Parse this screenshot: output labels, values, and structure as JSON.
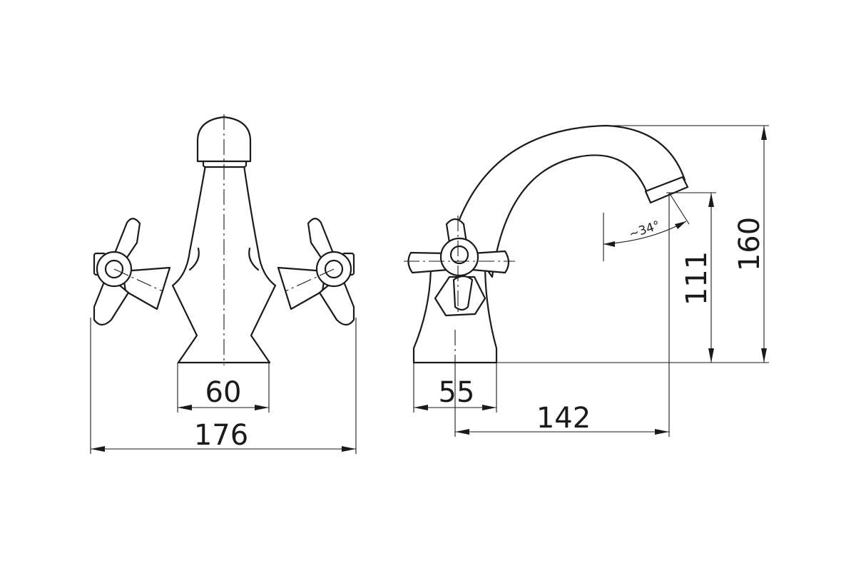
{
  "dimensions": {
    "front_base_width": "60",
    "front_overall_width": "176",
    "side_base_depth": "55",
    "side_spout_reach": "142",
    "side_outlet_height": "111",
    "side_overall_height": "160",
    "spout_angle": "~34°"
  }
}
